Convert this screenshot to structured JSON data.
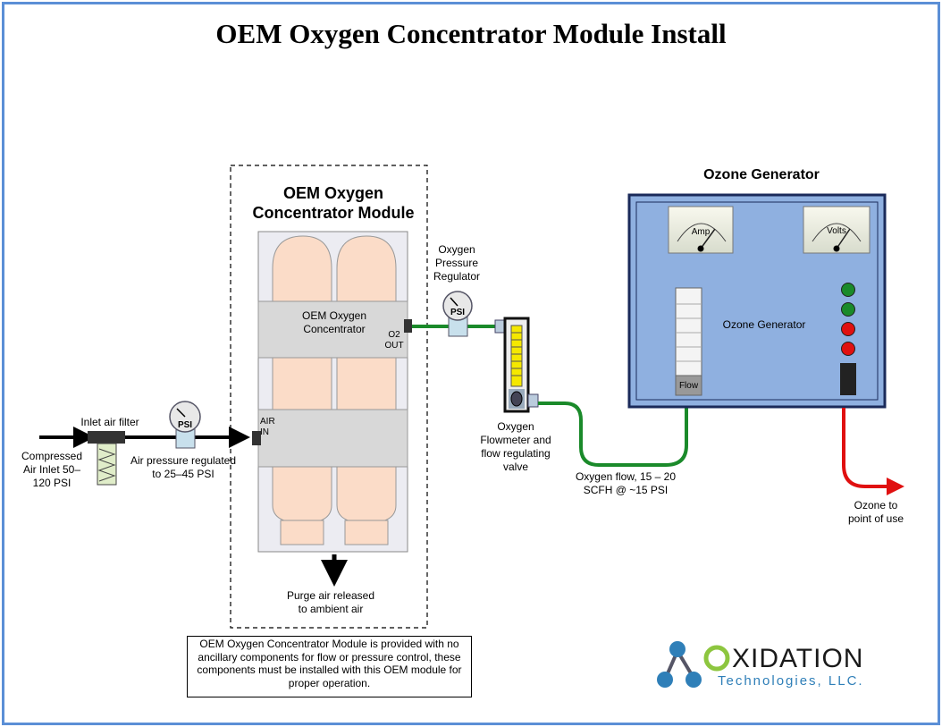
{
  "title": "OEM Oxygen Concentrator Module Install",
  "module": {
    "heading": "OEM Oxygen\nConcentrator Module",
    "band_label": "OEM Oxygen\nConcentrator",
    "o2_port": "O2\nOUT",
    "air_port": "AIR\nIN",
    "purge_label": "Purge air released\nto ambient air"
  },
  "inlet": {
    "compressed_label": "Compressed\nAir Inlet 50–\n120 PSI",
    "filter_label": "Inlet air filter",
    "gauge_text": "PSI",
    "regulated_label": "Air pressure regulated\nto 25–45 PSI"
  },
  "regulator": {
    "label": "Oxygen\nPressure\nRegulator",
    "gauge_text": "PSI"
  },
  "flowmeter": {
    "label": "Oxygen\nFlowmeter and\nflow regulating\nvalve"
  },
  "oxygen_flow_label": "Oxygen flow, 15 – 20\nSCFH @ ~15 PSI",
  "ozone_generator": {
    "heading": "Ozone Generator",
    "panel_label": "Ozone Generator",
    "amp_label": "Amp",
    "volts_label": "Volts",
    "flow_label": "Flow",
    "output_label": "Ozone to\npoint of use",
    "indicator_colors": [
      "#1a8a2a",
      "#1a8a2a",
      "#e01010",
      "#e01010"
    ]
  },
  "note": "OEM Oxygen Concentrator Module is provided with no ancillary components for flow or pressure control, these components must be installed with this OEM module for proper operation.",
  "logo": {
    "word": "XIDATION",
    "sub": "Technologies, LLC."
  },
  "colors": {
    "frame": "#5b8fd6",
    "oxygen_line": "#1a8a2a",
    "ozone_line": "#e01010",
    "generator_panel": "#8fb0e0",
    "tank": "#fbdcc8"
  }
}
